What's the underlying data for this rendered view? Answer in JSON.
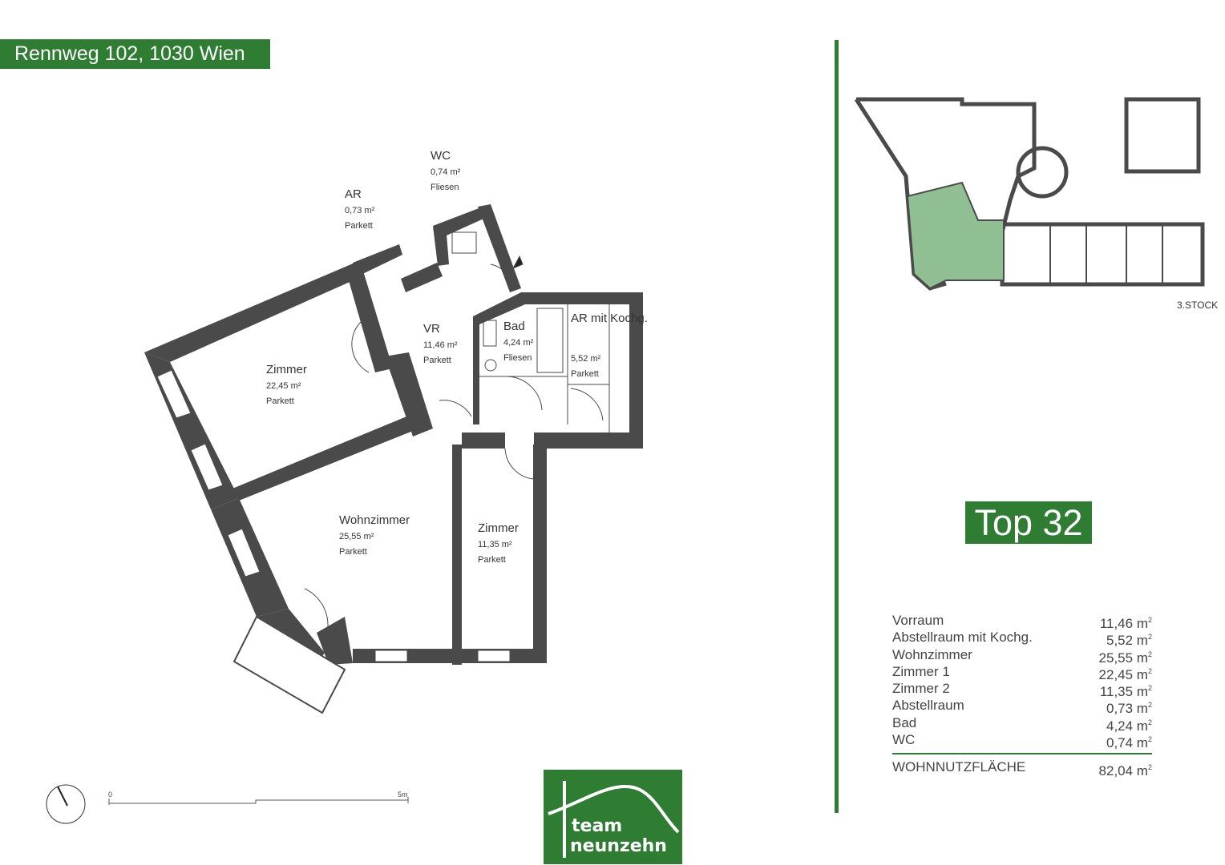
{
  "address": "Rennweg 102, 1030 Wien",
  "floor_label": "3.STOCK",
  "unit": "Top 32",
  "rooms": [
    {
      "name": "WC",
      "area": "0,74 m²",
      "floor": "Fliesen"
    },
    {
      "name": "AR",
      "area": "0,73 m²",
      "floor": "Parkett"
    },
    {
      "name": "VR",
      "area": "11,46 m²",
      "floor": "Parkett"
    },
    {
      "name": "Bad",
      "area": "4,24 m²",
      "floor": "Fliesen"
    },
    {
      "name": "AR mit Kochg.",
      "area": "5,52 m²",
      "floor": "Parkett"
    },
    {
      "name": "Zimmer",
      "area": "22,45 m²",
      "floor": "Parkett"
    },
    {
      "name": "Wohnzimmer",
      "area": "25,55 m²",
      "floor": "Parkett"
    },
    {
      "name": "Zimmer",
      "area": "11,35 m²",
      "floor": "Parkett"
    }
  ],
  "area_table": [
    {
      "label": "Vorraum",
      "value": "11,46 m",
      "sup": "2"
    },
    {
      "label": "Abstellraum mit Kochg.",
      "value": "5,52 m",
      "sup": "2"
    },
    {
      "label": "Wohnzimmer",
      "value": "25,55 m",
      "sup": "2"
    },
    {
      "label": "Zimmer 1",
      "value": "22,45 m",
      "sup": "2"
    },
    {
      "label": "Zimmer 2",
      "value": "11,35 m",
      "sup": "2"
    },
    {
      "label": "Abstellraum",
      "value": "0,73 m",
      "sup": "2"
    },
    {
      "label": "Bad",
      "value": "4,24 m",
      "sup": "2"
    },
    {
      "label": "WC",
      "value": "0,74 m",
      "sup": "2"
    }
  ],
  "total": {
    "label": "WOHNNUTZFLÄCHE",
    "value": "82,04 m",
    "sup": "2"
  },
  "scale": {
    "start": "0",
    "end": "5m"
  },
  "logo": {
    "line1": "team",
    "line2": "neunzehn"
  },
  "colors": {
    "accent": "#2e7d32",
    "wall": "#4a4a4a",
    "highlight": "#8fbf92"
  }
}
